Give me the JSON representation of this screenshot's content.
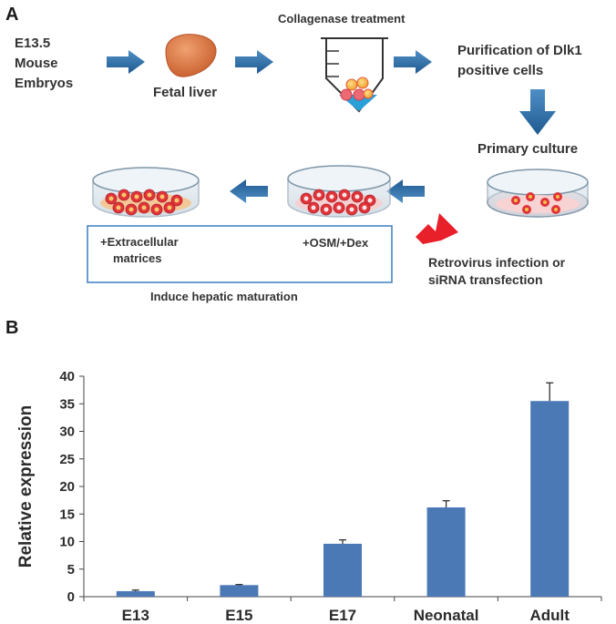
{
  "panel_a": {
    "label": "A",
    "source_lines": [
      "E13.5",
      "Mouse",
      "Embryos"
    ],
    "fetal_liver": "Fetal liver",
    "collagenase": "Collagenase treatment",
    "purification_lines": [
      "Purification of Dlk1",
      "positive cells"
    ],
    "primary_culture": "Primary culture",
    "retrovirus_lines": [
      "Retrovirus infection or",
      "siRNA transfection"
    ],
    "osm_dex": "+OSM/+Dex",
    "ecm_lines": [
      "+Extracellular",
      "matrices"
    ],
    "induce": "Induce hepatic maturation",
    "colors": {
      "arrow_blue": "#2e6fa6",
      "red_arrow": "#e8202a",
      "liver": "#d8703a",
      "cell_red": "#e0343a",
      "cell_yellow": "#f2c04a",
      "box_border": "#3a7fbf"
    }
  },
  "panel_b": {
    "label": "B"
  },
  "chart_data": {
    "type": "bar",
    "categories": [
      "E13",
      "E15",
      "E17",
      "Neonatal",
      "Adult"
    ],
    "values": [
      1.0,
      2.1,
      9.6,
      16.2,
      35.5
    ],
    "errors": [
      0.2,
      0.1,
      0.7,
      1.2,
      3.3
    ],
    "ylabel": "Relative expression",
    "xlabel": "",
    "ylim": [
      0,
      40
    ],
    "yticks": [
      0,
      5,
      10,
      15,
      20,
      25,
      30,
      35,
      40
    ],
    "bar_color": "#4a79b6",
    "grid": false
  }
}
